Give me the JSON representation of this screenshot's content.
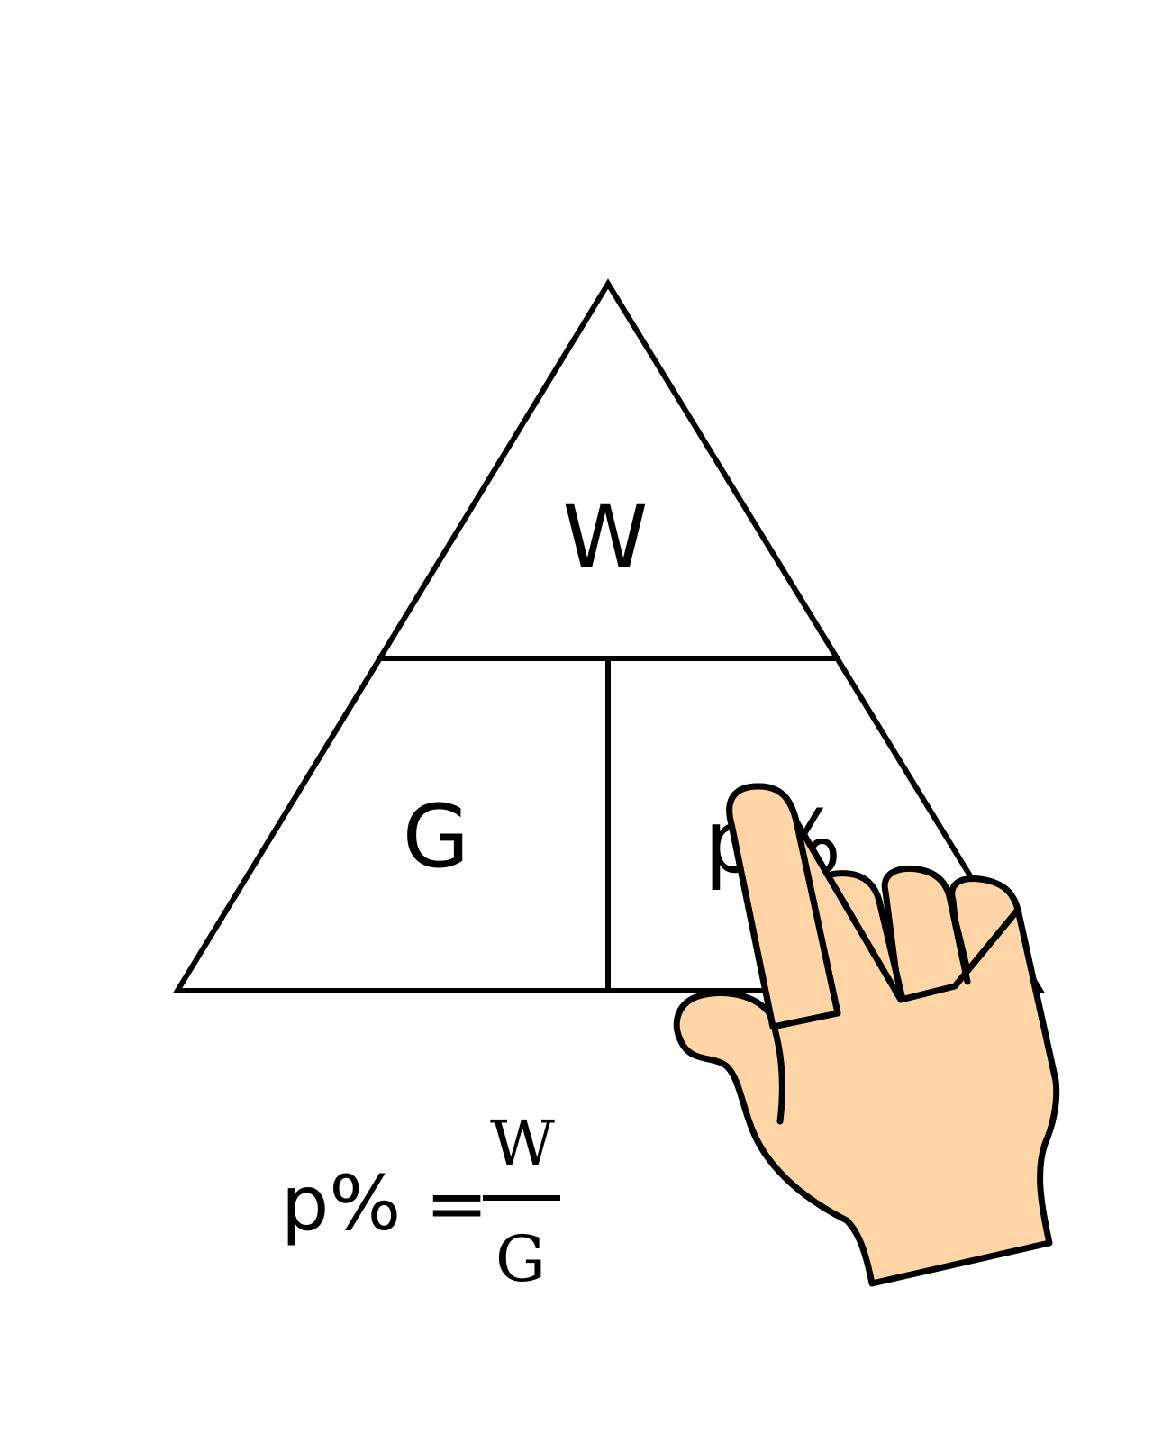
{
  "triangle": {
    "top_label": "W",
    "bottom_left_label": "G",
    "bottom_right_label": "p%"
  },
  "formula": {
    "lhs": "p% =",
    "numerator": "W",
    "denominator": "G"
  },
  "colors": {
    "line": "#000000",
    "hand_skin": "#fdd5a7",
    "background": "#ffffff"
  },
  "icons": {
    "pointer": "pointing-hand-icon"
  }
}
